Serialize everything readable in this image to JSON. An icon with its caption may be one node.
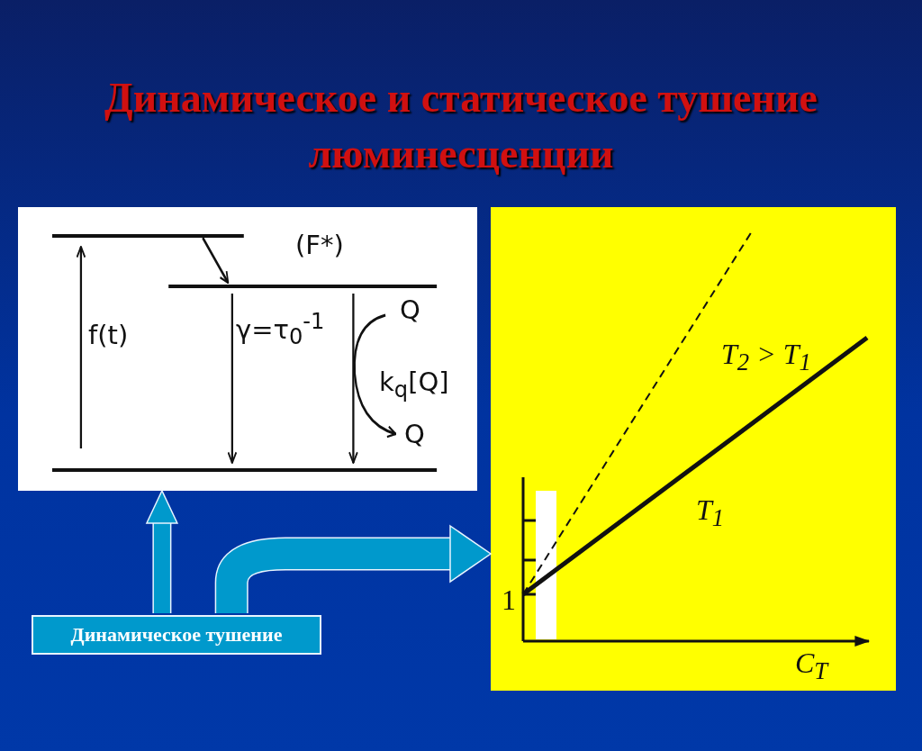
{
  "diagram": {
    "title": "Динамическое и статическое тушение люминесценции",
    "nodes": [
      {
        "text": [
          "Динамическое тушение"
        ]
      },
      {
        "text": [
          "(F*)",
          "f(t)",
          "γ=τ$_{0}$$^{-1}$",
          "Q",
          "k$_{q}$[Q]",
          "Q"
        ]
      },
      {
        "text": [
          "T$_{2}$ > T$_{1}$",
          "T$_{1}$",
          "1",
          "C$_{T}$"
        ]
      }
    ],
    "edges": [
      {
        "from": 0,
        "to": 1,
        "arrow": "to"
      },
      {
        "from": 0,
        "to": 2,
        "arrow": "to"
      }
    ]
  }
}
